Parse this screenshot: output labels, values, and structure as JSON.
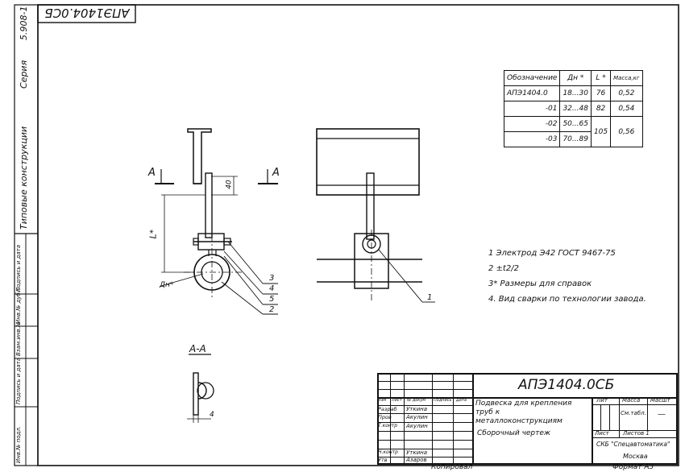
{
  "stamp_top": "АПЭ1404.0СБ",
  "side": {
    "series_label": "Серия",
    "series_value": "5.908-1",
    "typical": "Типовые конструкции",
    "boxes": [
      "Инв.№ подл.",
      "Подпись и дата",
      "Взам.инв.№",
      "Инв.№ дубл.",
      "Подпись и дата"
    ]
  },
  "table": {
    "headers": [
      "Обозначение",
      "Дн *",
      "L *",
      "Масса,кг"
    ],
    "rows": [
      {
        "designation": "АПЭ1404.0",
        "dn": "18...30",
        "l": "76",
        "mass": "0,52"
      },
      {
        "designation": "-01",
        "dn": "32...48",
        "l": "82",
        "mass": "0,54"
      },
      {
        "designation": "-02",
        "dn": "50...65",
        "l": "105",
        "mass": "0,56"
      },
      {
        "designation": "-03",
        "dn": "70...89",
        "l": "",
        "mass": ""
      }
    ]
  },
  "notes": [
    "1 Электрод Э42 ГОСТ 9467-75",
    "2 ±t2/2",
    "3* Размеры для справок",
    "4. Вид сварки по технологии завода."
  ],
  "drawing": {
    "section_a_left": "А",
    "section_a_right": "А",
    "dim_40": "40",
    "dim_L": "L*",
    "dim_dn": "Дн*",
    "callouts": [
      "3",
      "4",
      "5",
      "2",
      "1"
    ],
    "section_title": "А-А",
    "dim_4": "4"
  },
  "title_block": {
    "code": "АПЭ1404.0СБ",
    "name": "Подвеска для крепления труб к металлоконструкциям",
    "doc_type": "Сборочный чертеж",
    "lit": "Лит",
    "massa": "Масса",
    "masht": "Масшт",
    "mass_value": "См.табл.",
    "scale_value": "—",
    "list": "Лист",
    "listov": "Листов 1",
    "org": "СКБ \"Спецавтоматика\"",
    "city": "Москва",
    "head_cells": [
      "Изм",
      "Лист",
      "№ докум",
      "Подпись",
      "Дата"
    ],
    "signers": [
      {
        "role": "Разраб",
        "name": "Уткина"
      },
      {
        "role": "Пров",
        "name": "Акулин"
      },
      {
        "role": "Т.контр",
        "name": "Акулин"
      },
      {
        "role": "Н.контр",
        "name": "Уткина"
      },
      {
        "role": "Утв",
        "name": "Азаров"
      }
    ]
  },
  "footer": {
    "copied": "Копировал",
    "format": "Формат А3"
  }
}
